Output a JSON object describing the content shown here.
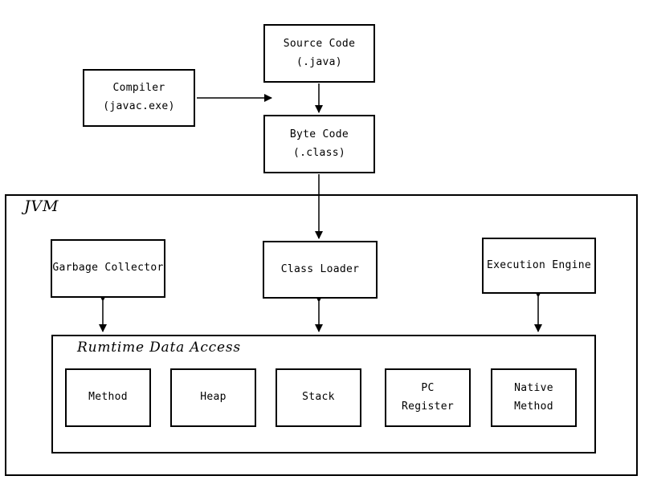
{
  "diagram": {
    "jvm_label": "JVM",
    "runtime_label": "Rumtime Data Access",
    "nodes": {
      "source_code": {
        "line1": "Source Code",
        "line2": "(.java)"
      },
      "compiler": {
        "line1": "Compiler",
        "line2": "(javac.exe)"
      },
      "byte_code": {
        "line1": "Byte Code",
        "line2": "(.class)"
      },
      "garbage_collector": {
        "label": "Garbage Collector"
      },
      "class_loader": {
        "label": "Class Loader"
      },
      "execution_engine": {
        "label": "Execution Engine"
      },
      "method": {
        "label": "Method"
      },
      "heap": {
        "label": "Heap"
      },
      "stack": {
        "label": "Stack"
      },
      "pc_register": {
        "line1": "PC",
        "line2": "Register"
      },
      "native_method": {
        "line1": "Native",
        "line2": "Method"
      }
    },
    "edges": [
      {
        "from": "compiler",
        "to": "source-to-byte-line",
        "type": "arrow"
      },
      {
        "from": "source_code",
        "to": "byte_code",
        "type": "arrow"
      },
      {
        "from": "byte_code",
        "to": "class_loader",
        "type": "arrow"
      },
      {
        "from": "garbage_collector",
        "to": "runtime_data_access",
        "type": "double-arrow"
      },
      {
        "from": "class_loader",
        "to": "runtime_data_access",
        "type": "double-arrow"
      },
      {
        "from": "execution_engine",
        "to": "runtime_data_access",
        "type": "double-arrow"
      }
    ],
    "colors": {
      "line": "#000000",
      "background": "#ffffff",
      "text": "#000000"
    }
  }
}
